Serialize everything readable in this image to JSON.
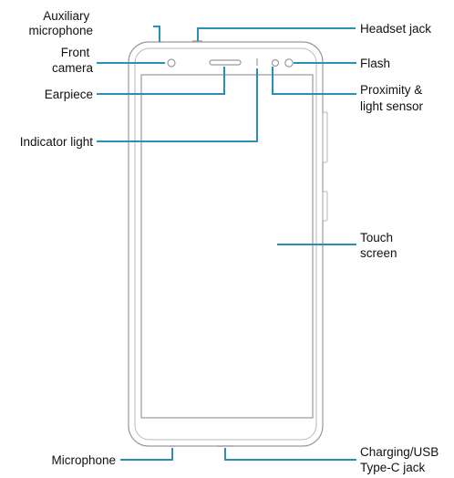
{
  "labels": {
    "aux_mic": [
      "Auxiliary",
      "microphone"
    ],
    "front_camera": [
      "Front",
      "camera"
    ],
    "earpiece": [
      "Earpiece"
    ],
    "indicator_light": [
      "Indicator light"
    ],
    "microphone": [
      "Microphone"
    ],
    "headset_jack": [
      "Headset jack"
    ],
    "flash": [
      "Flash"
    ],
    "proximity_sensor": [
      "Proximity &",
      "light sensor"
    ],
    "touch_screen": [
      "Touch",
      "screen"
    ],
    "charging_port": [
      "Charging/USB",
      "Type-C jack"
    ]
  },
  "colors": {
    "leader": "#2a8fb4",
    "outline": "#9a9a9a",
    "text": "#111111"
  }
}
